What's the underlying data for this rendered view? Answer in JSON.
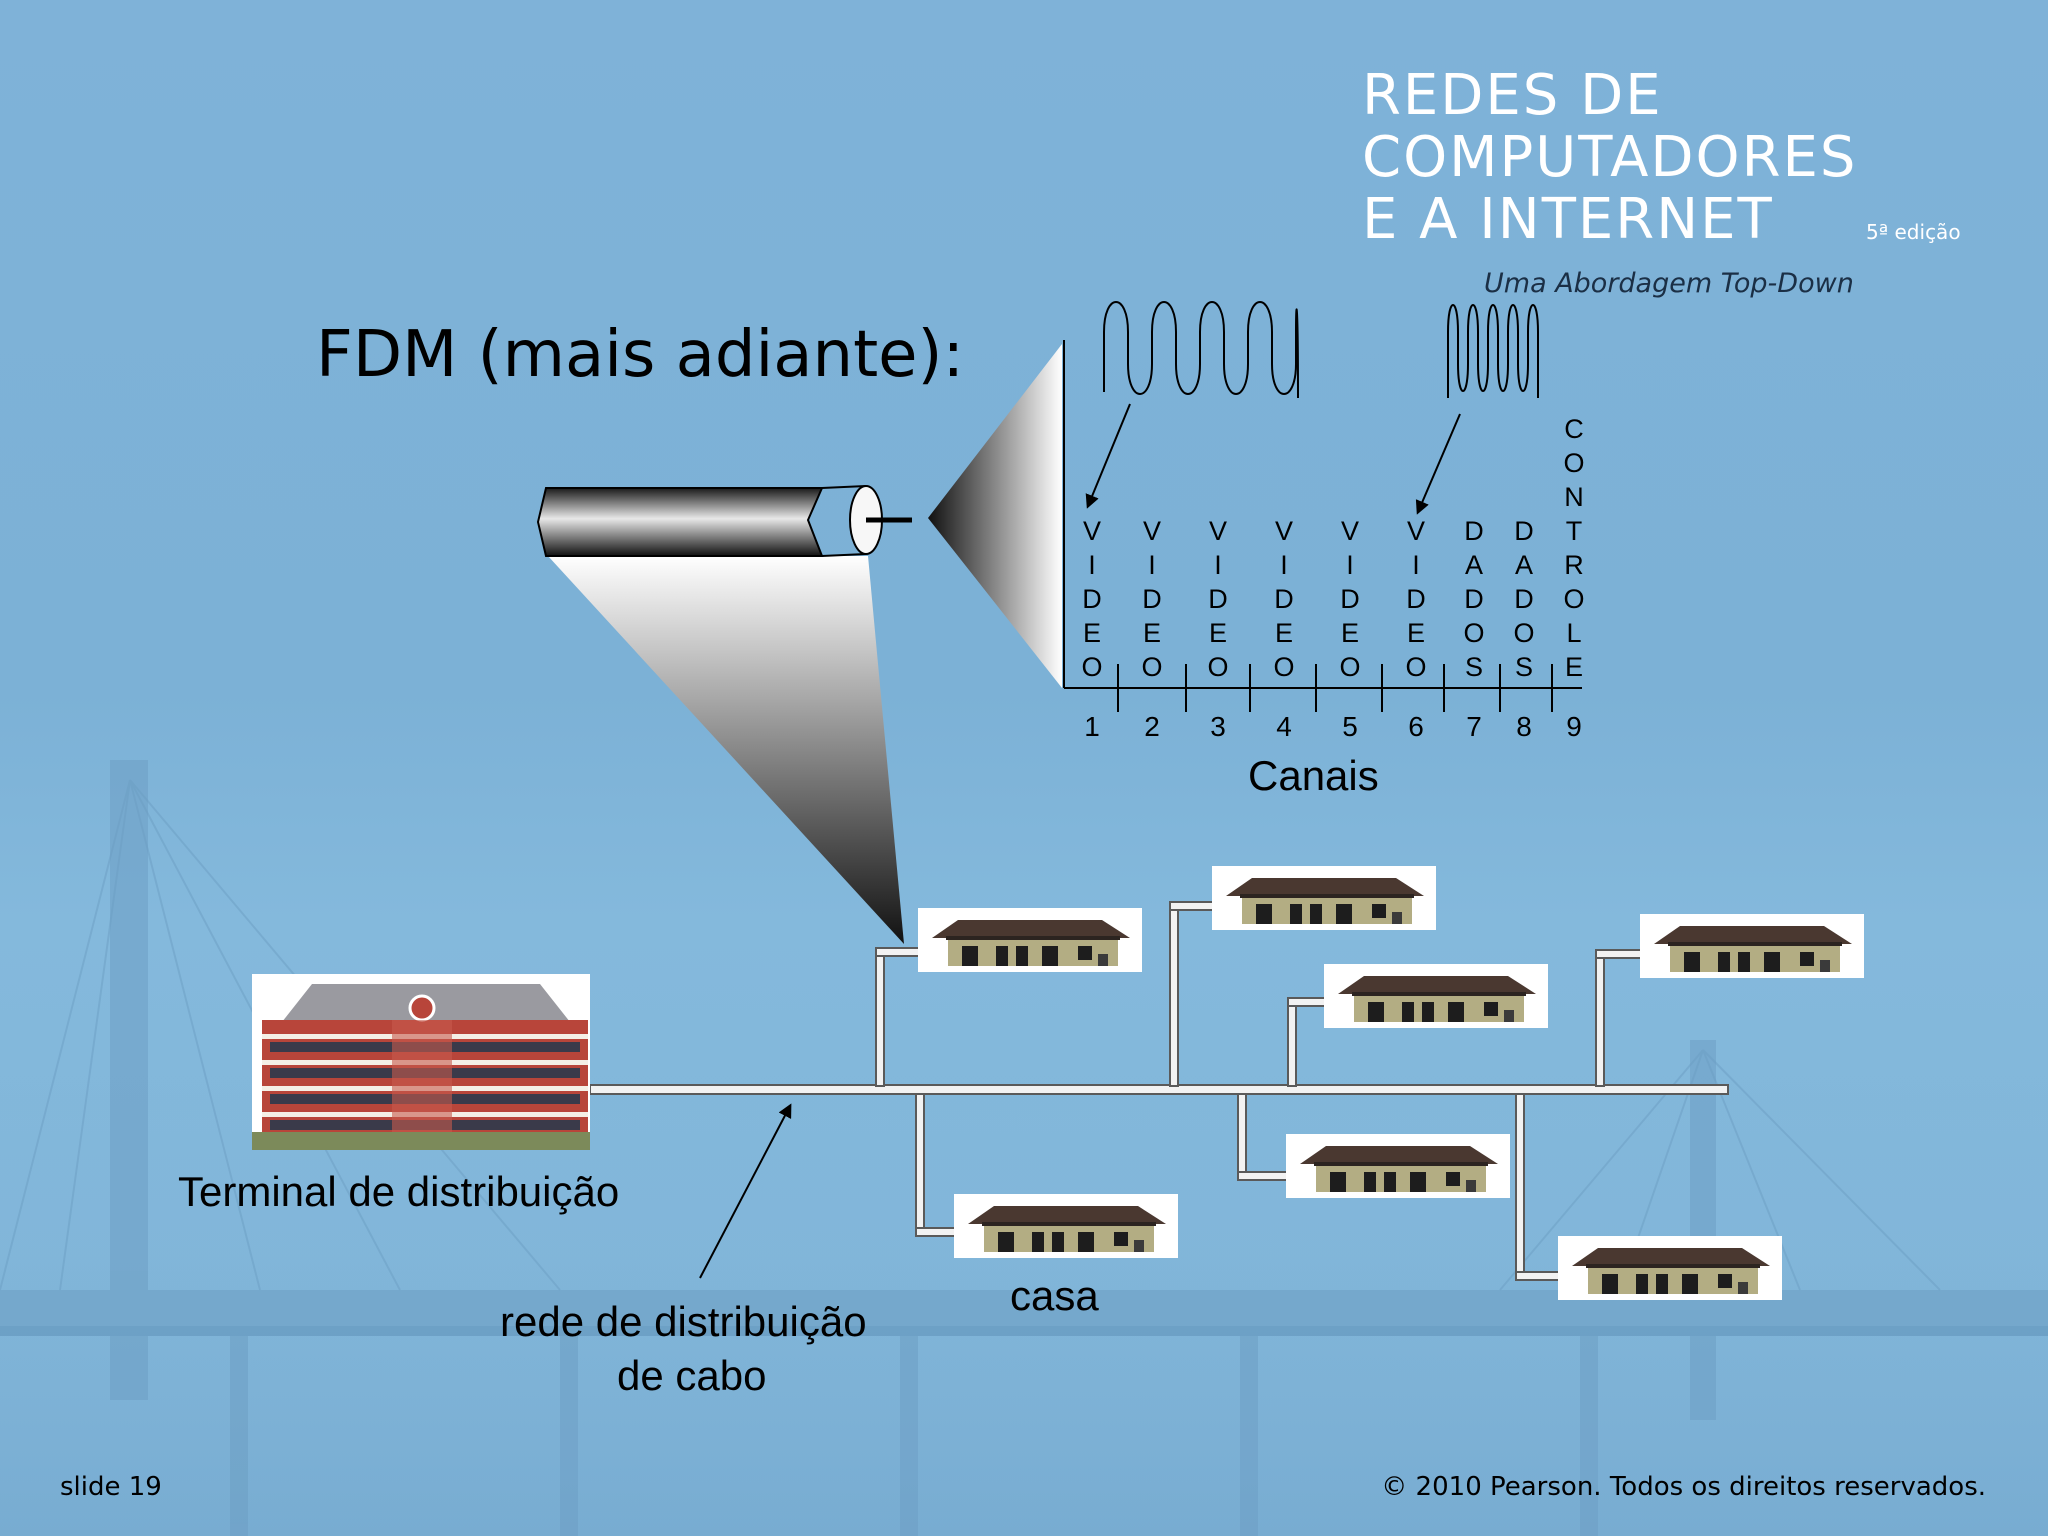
{
  "logo": {
    "line1": "REDES DE",
    "line2": "COMPUTADORES",
    "line3": "E A INTERNET",
    "edition": "5ª edição",
    "subtitle": "Uma Abordagem Top-Down"
  },
  "slide_title": "FDM (mais adiante):",
  "channels": {
    "axis_label": "Canais",
    "items": [
      {
        "number": "1",
        "label": "VIDEO"
      },
      {
        "number": "2",
        "label": "VIDEO"
      },
      {
        "number": "3",
        "label": "VIDEO"
      },
      {
        "number": "4",
        "label": "VIDEO"
      },
      {
        "number": "5",
        "label": "VIDEO"
      },
      {
        "number": "6",
        "label": "VIDEO"
      },
      {
        "number": "7",
        "label": "DADOS"
      },
      {
        "number": "8",
        "label": "DADOS"
      },
      {
        "number": "9",
        "label": "CONTROLE"
      }
    ]
  },
  "labels": {
    "headend": "Terminal de distribuição",
    "network_line1": "rede de distribuição",
    "network_line2": "de cabo",
    "home": "casa"
  },
  "footer": {
    "slide": "slide 19",
    "copyright": "© 2010 Pearson. Todos os direitos reservados."
  },
  "colors": {
    "background": "#7fb2d8",
    "logo_text": "#ffffff",
    "subtitle_text": "#1b2f45"
  }
}
